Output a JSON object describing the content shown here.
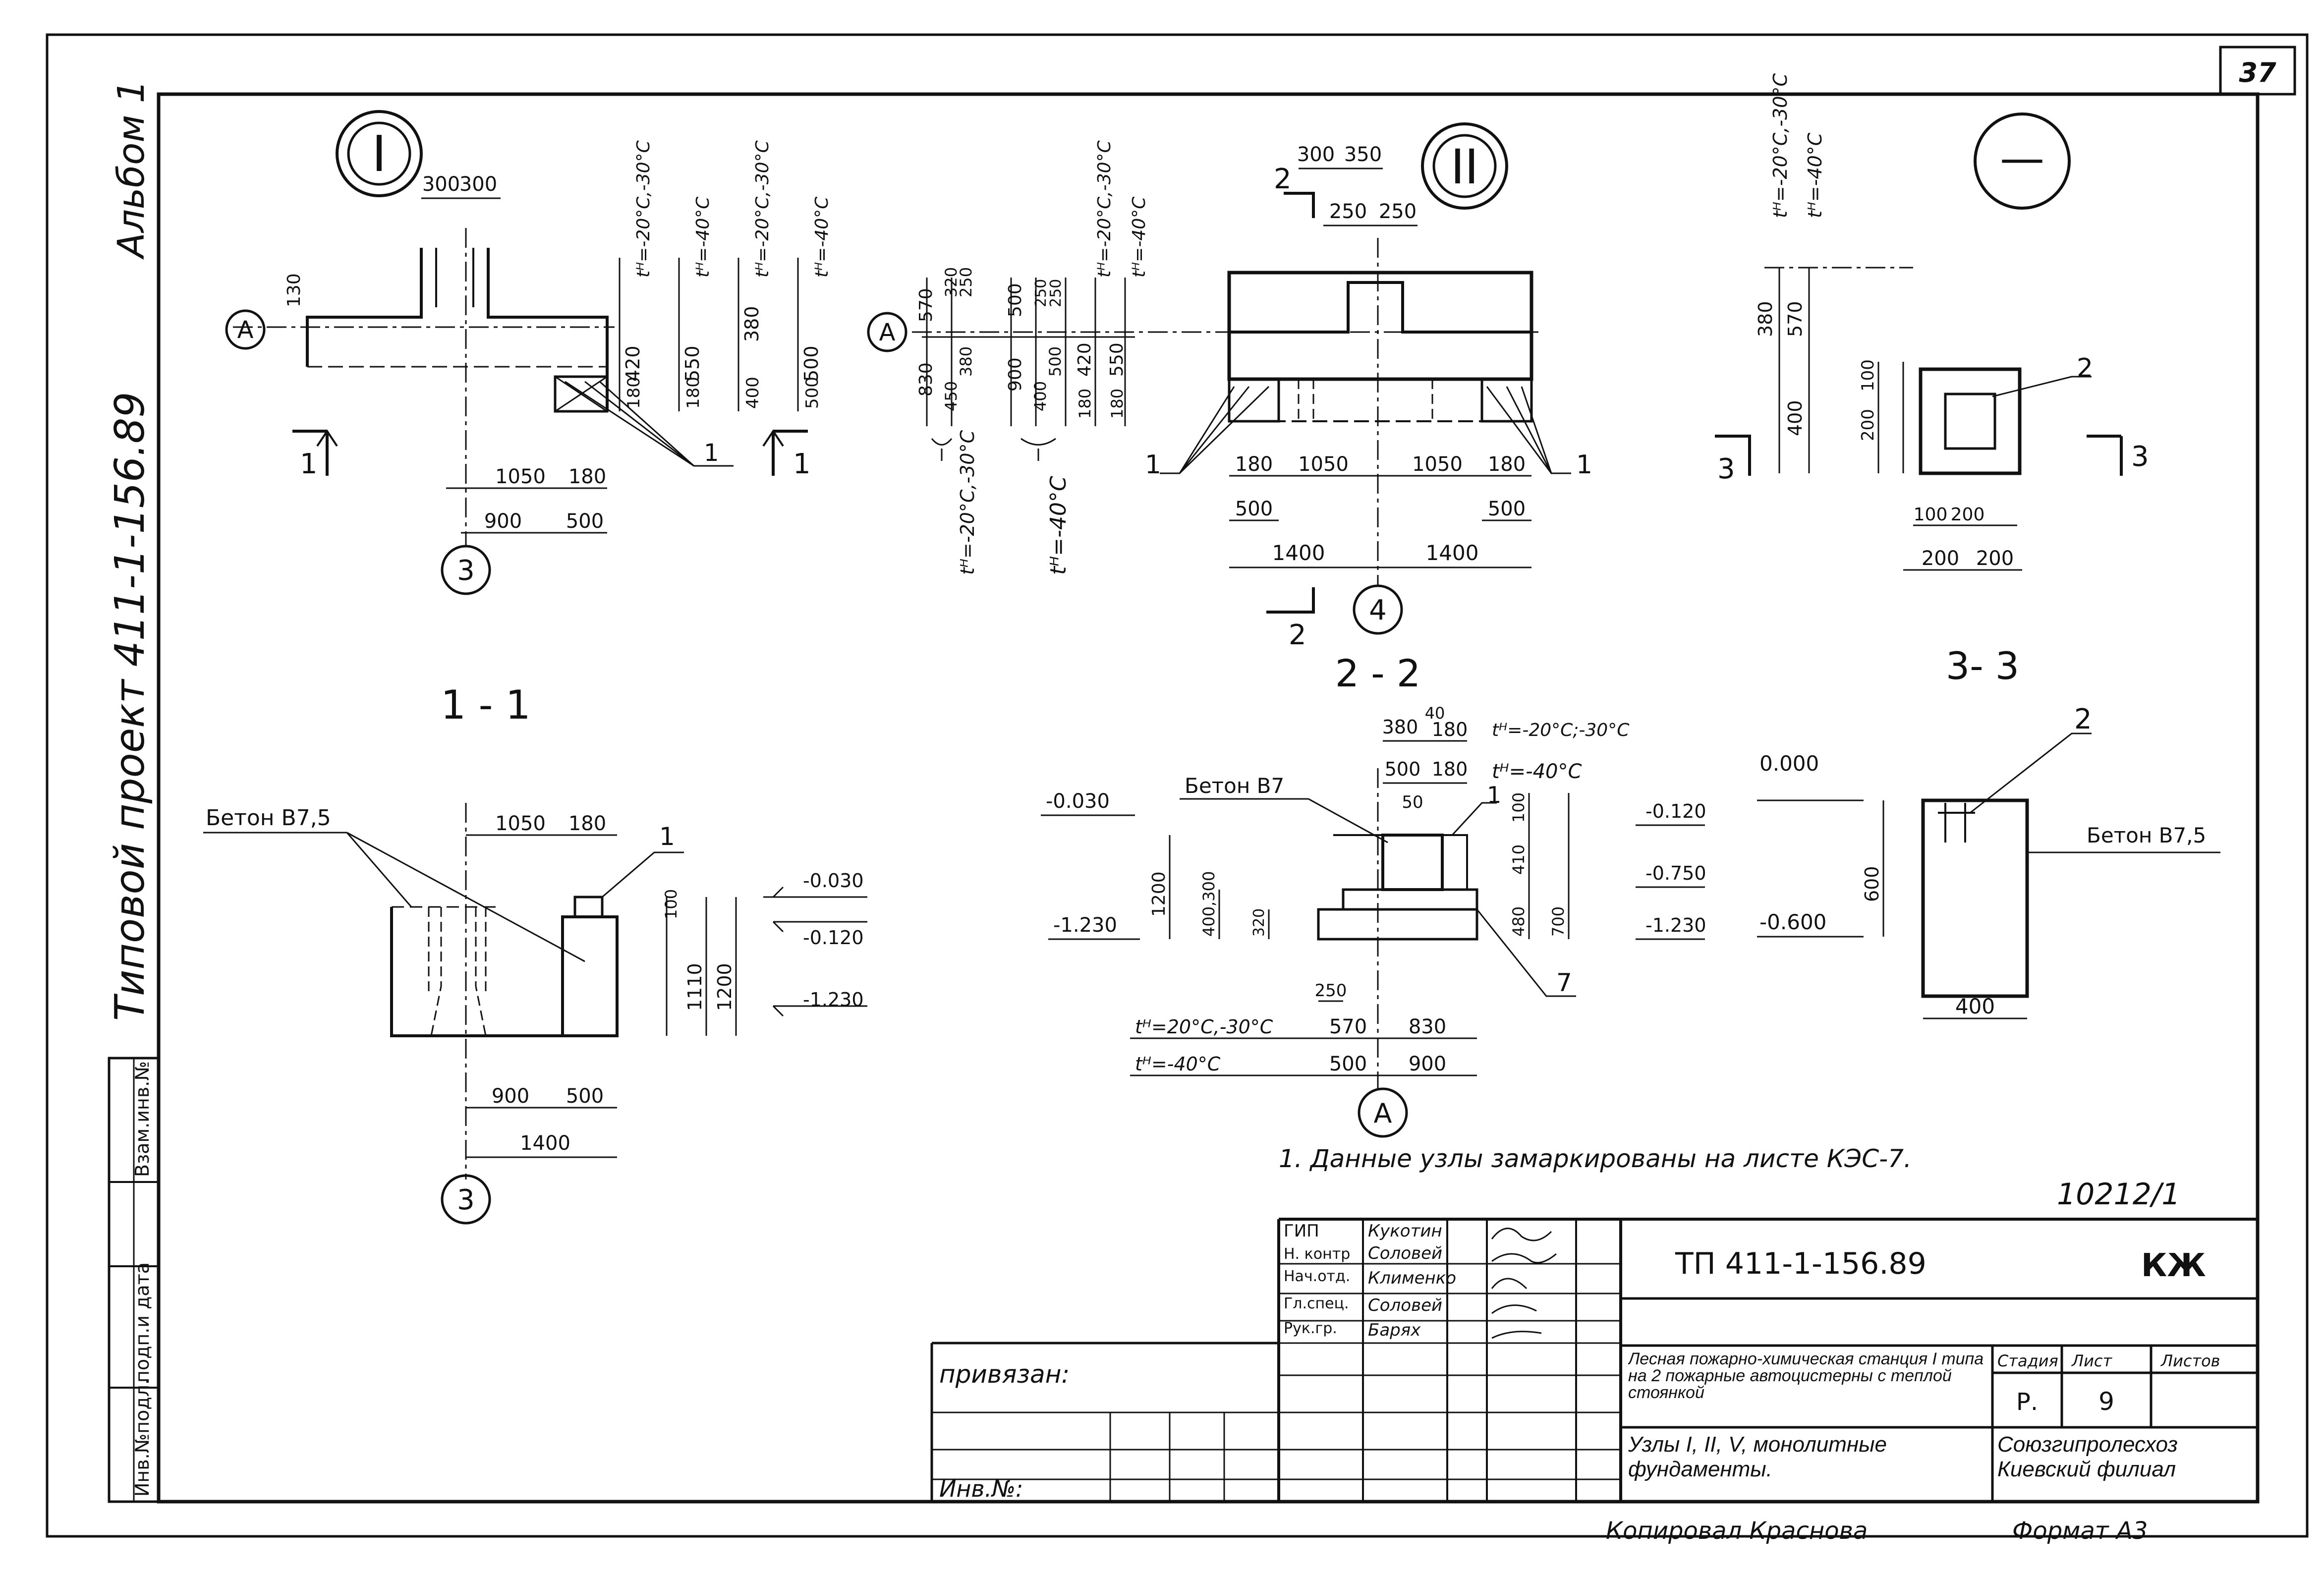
{
  "sheet": {
    "page_number": "37",
    "album": "Альбом 1",
    "project_side": "Типовой проект 411-1-156.89",
    "side_labels": [
      "Инв.№подл.",
      "подп.и дата",
      "Взам.инв.№"
    ],
    "copied_by": "Копировал Краснова",
    "format": "Формат А3",
    "stamp_number": "10212/1",
    "note": "1. Данные узлы замаркированы на листе КЭС-7."
  },
  "node1": {
    "label": "I",
    "axis_a": "A",
    "axis_3": "3",
    "cut_left": "1",
    "cut_right": "1",
    "leader": "1",
    "dims": {
      "top_300a": "300",
      "top_300b": "300",
      "h130": "130",
      "d420": "420",
      "d550": "550",
      "d380": "380",
      "d500": "500",
      "d180a": "180",
      "d180b": "180",
      "d400": "400",
      "d500b": "500",
      "b1050": "1050",
      "b180": "180",
      "b900": "900",
      "b500": "500"
    },
    "temps": [
      "tᴴ=-20°C,-30°C",
      "tᴴ=-40°C",
      "tᴴ=-20°C,-30°C",
      "tᴴ=-40°C"
    ]
  },
  "node2": {
    "label": "II",
    "axis_a": "A",
    "axis_4": "4",
    "cut": "2",
    "leader_left": "1",
    "leader_right": "1",
    "dims": {
      "t300": "300",
      "t350": "350",
      "t250a": "250",
      "t250b": "250",
      "v570": "570",
      "v830": "830",
      "v320": "320",
      "v250": "250",
      "v380": "380",
      "v450": "450",
      "v500": "500",
      "v900": "900",
      "v250b": "250",
      "v250c": "250",
      "v500b": "500",
      "v400": "400",
      "v420": "420",
      "v180": "180",
      "v550": "550",
      "v180b": "180",
      "b180a": "180",
      "b1050a": "1050",
      "b1050b": "1050",
      "b180b": "180",
      "b500a": "500",
      "b500b": "500",
      "b1400a": "1400",
      "b1400b": "1400"
    },
    "temps_side": [
      "tᴴ=-20°C,-30°C",
      "tᴴ=-40°C"
    ],
    "temps_top": [
      "tᴴ=-20°C,-30°C",
      "tᴴ=-40°C"
    ]
  },
  "node3": {
    "label": "—",
    "leader": "2",
    "cut_left": "3",
    "cut_right": "3",
    "temps": [
      "tᴴ=-20°C,-30°C",
      "tᴴ=-40°C"
    ],
    "dims": {
      "v380": "380",
      "v570": "570",
      "v400": "400",
      "v200": "200",
      "v100": "100",
      "b100": "100",
      "b200": "200",
      "w200a": "200",
      "w200b": "200"
    }
  },
  "section11": {
    "title": "1 - 1",
    "concrete": "Бетон В7,5",
    "leader": "1",
    "axis_3": "3",
    "dims": {
      "t1050": "1050",
      "t180": "180",
      "v100": "100",
      "v1110": "1110",
      "v1200": "1200",
      "b900": "900",
      "b500": "500",
      "b1400": "1400"
    },
    "levels": [
      "-0.030",
      "-0.120",
      "-1.230"
    ]
  },
  "section22": {
    "title": "2 - 2",
    "concrete": "Бетон В7",
    "leader": "1",
    "leader7": "7",
    "axis_a": "A",
    "dims": {
      "t380": "380",
      "t40": "40",
      "t180": "180",
      "t500": "500",
      "t180b": "180",
      "t50": "50",
      "v100": "100",
      "v410": "410",
      "v480": "480",
      "v700": "700",
      "v1200": "1200",
      "v400_300": "400,300",
      "v320": "320",
      "b250": "250",
      "b570": "570",
      "b830": "830",
      "b500": "500",
      "b900": "900"
    },
    "temps": [
      "tᴴ=-20°C;-30°C",
      "tᴴ=-40°C",
      "tᴴ=20°C,-30°C",
      "tᴴ=-40°C"
    ],
    "levels": [
      "-0.030",
      "-1.230",
      "-0.120",
      "-0.750",
      "-1.230"
    ]
  },
  "section33": {
    "title": "3- 3",
    "concrete": "Бетон В7,5",
    "leader": "2",
    "levels": [
      "0.000",
      "-0.600"
    ],
    "dims": {
      "v600": "600",
      "w400": "400"
    }
  },
  "titleblock": {
    "roles": [
      "ГИП",
      "Н. контр",
      "Нач.отд.",
      "Гл.спец.",
      "Рук.гр."
    ],
    "names": [
      "Кукотин",
      "Соловей",
      "Клименко",
      "Соловей",
      "Барях"
    ],
    "code": "ТП 411-1-156.89",
    "mark": "КЖ",
    "object": "Лесная пожарно-химическая станция I типа на 2 пожарные автоцистерны с теплой стоянкой",
    "sheet_title": "Узлы I, II, V, монолитные фундаменты.",
    "stage_label": "Стадия",
    "sheet_label": "Лист",
    "sheets_label": "Листов",
    "stage": "Р.",
    "sheet": "9",
    "org": "Союзгипролесхоз Киевский филиал",
    "attached": "привязан:",
    "inv": "Инв.№:"
  },
  "colors": {
    "ink": "#111111",
    "paper": "#ffffff"
  }
}
